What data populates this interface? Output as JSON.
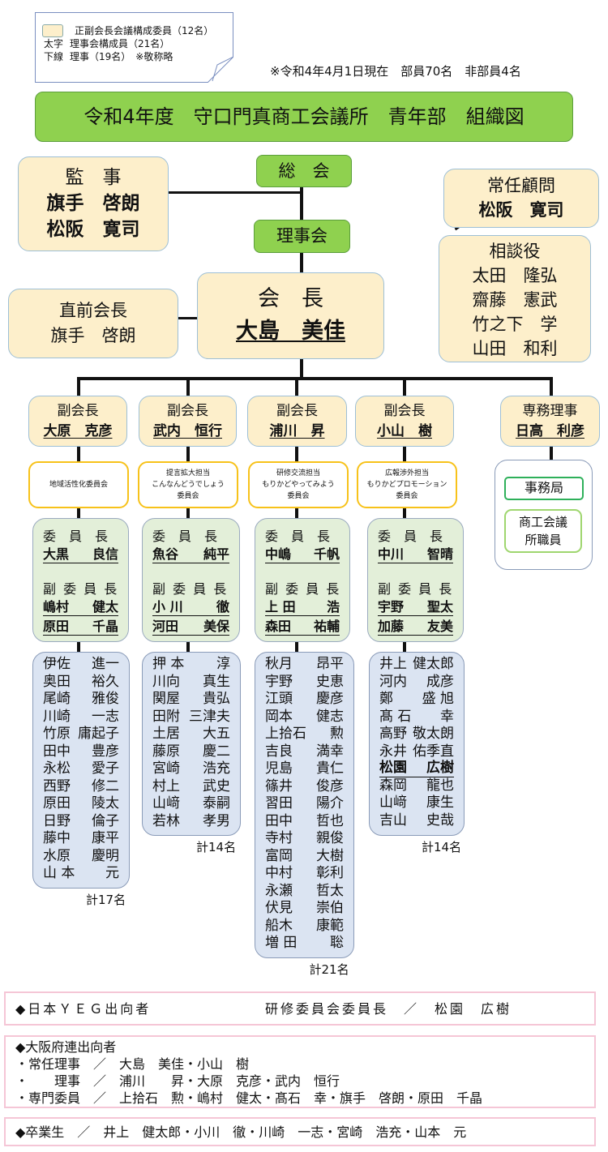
{
  "legend": {
    "line1": "正副会長会議構成委員（12名）",
    "bold_key": "太字",
    "line2": "理事会構成員（21名）",
    "underline_key": "下線",
    "line3": "理事（19名）　※敬称略"
  },
  "note": "※令和4年4月1日現在　部員70名　非部員4名",
  "title": "令和4年度　守口門真商工会議所　青年部　組織図",
  "soukai": "総　会",
  "rijikai": "理事会",
  "kanji": {
    "title": "監　事",
    "names": [
      "旗手　啓朗",
      "松阪　寛司"
    ]
  },
  "jonin_komon": {
    "title": "常任顧問",
    "name": "松阪　寛司"
  },
  "sodanyaku": {
    "title": "相談役",
    "names": [
      "太田　隆弘",
      "齋藤　憲武",
      "竹之下　学",
      "山田　和利"
    ]
  },
  "chokuzen": {
    "title": "直前会長",
    "name": "旗手　啓朗"
  },
  "kaicho": {
    "title": "会　長",
    "name": "大島　美佳"
  },
  "vice": [
    {
      "title": "副会長",
      "name": "大原　克彦"
    },
    {
      "title": "副会長",
      "name": "武内　恒行"
    },
    {
      "title": "副会長",
      "name": "浦川　昇"
    },
    {
      "title": "副会長",
      "name": "小山　樹"
    }
  ],
  "senmu": {
    "title": "専務理事",
    "name": "日高　利彦"
  },
  "jimukyoku": {
    "office": "事務局",
    "staff": "商工会議所職員"
  },
  "committees": [
    {
      "lines": [
        "地域活性化委員会"
      ],
      "chair_label": "委　員　長",
      "chair": [
        "大黒",
        "良信"
      ],
      "vice_label": "副 委 員 長",
      "vices": [
        [
          "嶋村",
          "健太"
        ],
        [
          "原田",
          "千晶"
        ]
      ],
      "members": [
        [
          "伊佐",
          "進一"
        ],
        [
          "奥田",
          "裕久"
        ],
        [
          "尾崎",
          "雅俊"
        ],
        [
          "川崎",
          "一志"
        ],
        [
          "竹原",
          "庸起子"
        ],
        [
          "田中",
          "豊彦"
        ],
        [
          "永松",
          "愛子"
        ],
        [
          "西野",
          "修二"
        ],
        [
          "原田",
          "陵太"
        ],
        [
          "日野",
          "倫子"
        ],
        [
          "藤中",
          "康平"
        ],
        [
          "水原",
          "慶明"
        ],
        [
          "山 本",
          "元"
        ]
      ],
      "total": "計17名"
    },
    {
      "lines": [
        "提言拡大担当",
        "こんなんどうでしょう",
        "委員会"
      ],
      "chair_label": "委　員　長",
      "chair": [
        "魚谷",
        "純平"
      ],
      "vice_label": "副 委 員 長",
      "vices": [
        [
          "小 川",
          "徹"
        ],
        [
          "河田",
          "美保"
        ]
      ],
      "members": [
        [
          "押 本",
          "淳"
        ],
        [
          "川向",
          "真生"
        ],
        [
          "関屋",
          "貴弘"
        ],
        [
          "田附",
          "三津夫"
        ],
        [
          "土居",
          "大五"
        ],
        [
          "藤原",
          "慶二"
        ],
        [
          "宮崎",
          "浩充"
        ],
        [
          "村上",
          "武史"
        ],
        [
          "山﨑",
          "泰嗣"
        ],
        [
          "若林",
          "孝男"
        ]
      ],
      "total": "計14名"
    },
    {
      "lines": [
        "研修交流担当",
        "もりかどやってみよう",
        "委員会"
      ],
      "chair_label": "委　員　長",
      "chair": [
        "中嶋",
        "千帆"
      ],
      "vice_label": "副 委 員 長",
      "vices": [
        [
          "上 田",
          "浩"
        ],
        [
          "森田",
          "祐輔"
        ]
      ],
      "members": [
        [
          "秋月",
          "昂平"
        ],
        [
          "宇野",
          "史恵"
        ],
        [
          "江頭",
          "慶彦"
        ],
        [
          "岡本",
          "健志"
        ],
        [
          "上拾石",
          "勲"
        ],
        [
          "吉良",
          "満幸"
        ],
        [
          "児島",
          "貴仁"
        ],
        [
          "篠井",
          "俊彦"
        ],
        [
          "習田",
          "陽介"
        ],
        [
          "田中",
          "哲也"
        ],
        [
          "寺村",
          "親俊"
        ],
        [
          "富岡",
          "大樹"
        ],
        [
          "中村",
          "彰利"
        ],
        [
          "永瀬",
          "哲太"
        ],
        [
          "伏見",
          "崇伯"
        ],
        [
          "船木",
          "康範"
        ],
        [
          "増 田",
          "聡"
        ]
      ],
      "total": "計21名"
    },
    {
      "lines": [
        "広報渉外担当",
        "もりかどプロモーション",
        "委員会"
      ],
      "chair_label": "委　員　長",
      "chair": [
        "中川",
        "智晴"
      ],
      "vice_label": "副 委 員 長",
      "vices": [
        [
          "宇野",
          "聖太"
        ],
        [
          "加藤",
          "友美"
        ]
      ],
      "members": [
        [
          "井上",
          "健太郎"
        ],
        [
          "河内",
          "成彦"
        ],
        [
          "鄭",
          "盛 旭"
        ],
        [
          "髙 石",
          "幸"
        ],
        [
          "高野",
          "敬太朗"
        ],
        [
          "永井",
          "佑季直"
        ],
        [
          "松園",
          "広樹"
        ],
        [
          "森岡",
          "龍也"
        ],
        [
          "山﨑",
          "康生"
        ],
        [
          "吉山",
          "史哉"
        ]
      ],
      "total": "計14名"
    }
  ],
  "bottom": {
    "yeg_label": "◆日本ＹＥＧ出向者",
    "yeg_value": "研修委員会委員長　／　松園　広樹",
    "osaka_title": "◆大阪府連出向者",
    "osaka_lines": [
      "・常任理事　／　大島　美佳・小山　樹",
      "・　　理事　／　浦川　　昇・大原　克彦・武内　恒行",
      "・専門委員　／　上拾石　勲・嶋村　健太・髙石　幸・旗手　啓朗・原田　千晶"
    ],
    "graduates": "◆卒業生　／　井上　健太郎・小川　徹・川崎　一志・宮崎　浩充・山本　元"
  },
  "colors": {
    "title_green": "#8fd14f",
    "cream": "#fdefcb",
    "committee_border": "#f7c21a",
    "green_box": "#e3efd9",
    "blue_box": "#dbe4f2",
    "pink_border": "#f5c6d6"
  }
}
